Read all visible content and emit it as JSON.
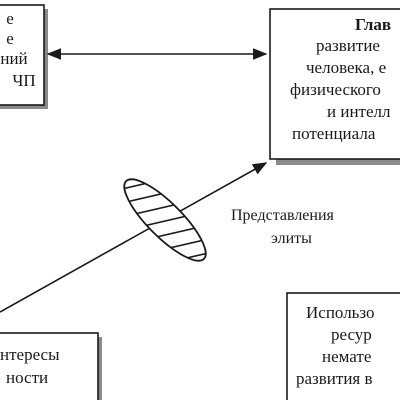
{
  "boxes": {
    "top_left": {
      "lines": [
        "е",
        "е",
        "ний",
        "ЧП"
      ]
    },
    "top_right": {
      "title": "Глав",
      "lines": [
        "развитие",
        "человека, е",
        "физического",
        "и интелл",
        "потенциала"
      ]
    },
    "bottom_left": {
      "lines": [
        "нтересы",
        "ности"
      ]
    },
    "bottom_right": {
      "lines": [
        "Использо",
        "ресур",
        "немате",
        "развития в"
      ]
    }
  },
  "labels": {
    "elite_views": [
      "Представления",
      "элиты"
    ]
  },
  "colors": {
    "stroke": "#1a1a1a",
    "shadow": "#8a8a8a",
    "background": "#ffffff"
  }
}
